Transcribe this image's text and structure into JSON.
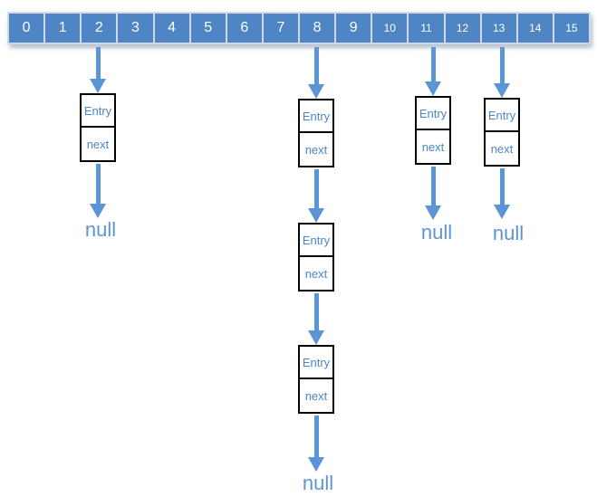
{
  "colors": {
    "cell_fill": "#4e86c5",
    "cell_text": "#ffffff",
    "cell_border": "#d2d9e4",
    "arrow": "#5b95d5",
    "entry_text": "#4a86c8",
    "null_text": "#5b95d7",
    "box_border": "#000000"
  },
  "array": {
    "cells": [
      "0",
      "1",
      "2",
      "3",
      "4",
      "5",
      "6",
      "7",
      "8",
      "9",
      "10",
      "11",
      "12",
      "13",
      "14",
      "15"
    ]
  },
  "labels": {
    "entry": "Entry",
    "next": "next",
    "null": "null"
  },
  "chains": [
    {
      "bucket": "2",
      "entry_count": 1,
      "terminal": "null"
    },
    {
      "bucket": "8",
      "entry_count": 3,
      "terminal": "null"
    },
    {
      "bucket": "11",
      "entry_count": 1,
      "terminal": "null"
    },
    {
      "bucket": "13",
      "entry_count": 1,
      "terminal": "null"
    }
  ]
}
